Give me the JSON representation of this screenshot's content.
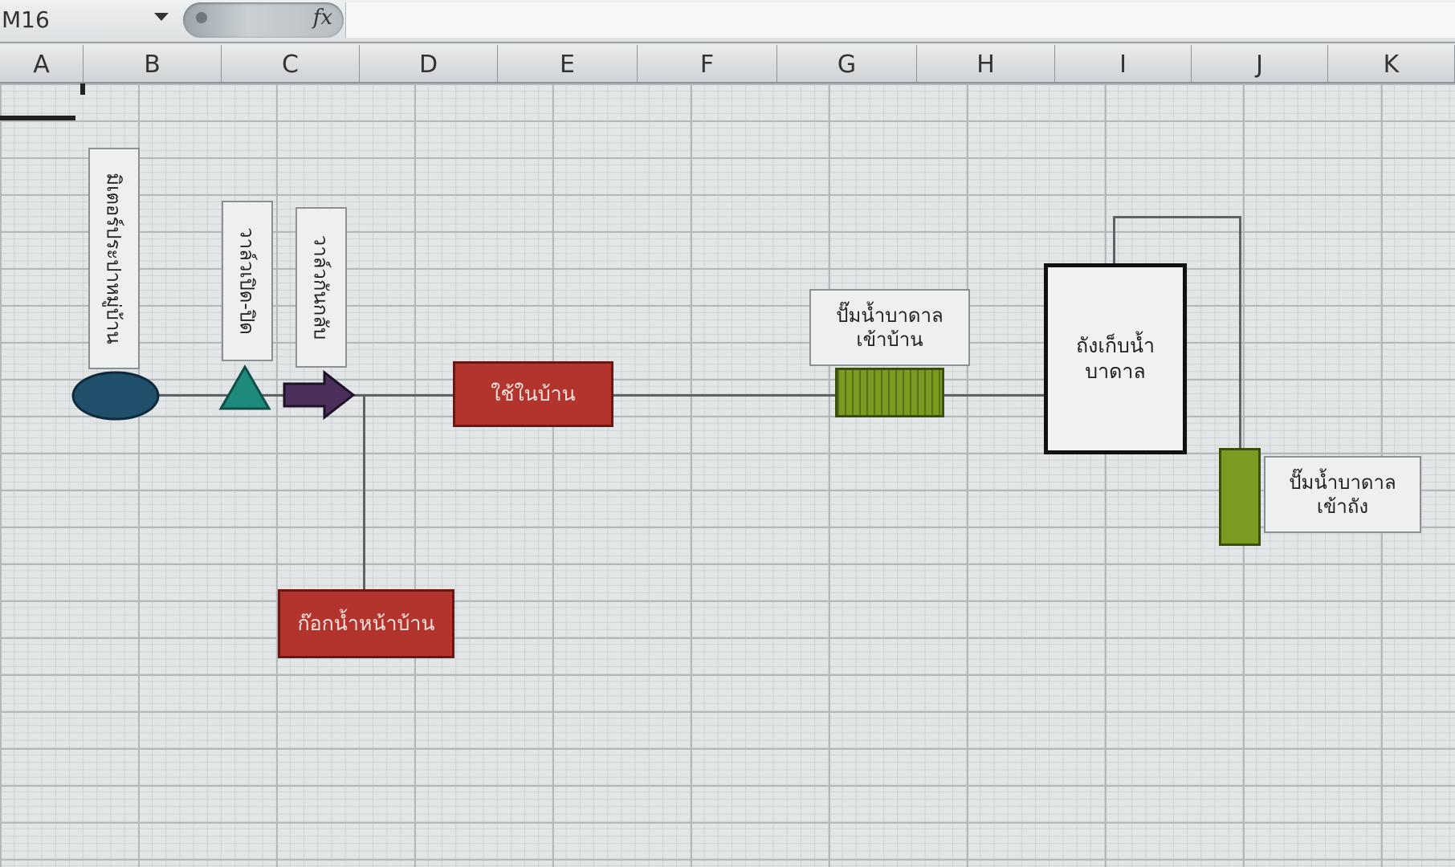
{
  "formula_bar": {
    "name_box": "M16",
    "fx_label": "fx",
    "formula": ""
  },
  "columns": [
    "A",
    "B",
    "C",
    "D",
    "E",
    "F",
    "G",
    "H",
    "I",
    "J",
    "K"
  ],
  "diagram": {
    "label_meter": "มิเตอร์ประปาหมู่บ้าน",
    "label_valve_open_close": "วาล์วเปิด-ปิด",
    "label_check_valve": "วาล์วกันกลับ",
    "box_use_in_house": "ใช้ในบ้าน",
    "box_front_faucet": "ก๊อกน้ำหน้าบ้าน",
    "label_pump_to_house": "ปั๊มน้ำบาดาล\nเข้าบ้าน",
    "tank_label": "ถังเก็บน้ำ\nบาดาล",
    "label_pump_to_tank": "ปั๊มน้ำบาดาล\nเข้าถัง"
  },
  "colors": {
    "meter": "#1f4f6b",
    "valve": "#1d8a7c",
    "check_valve": "#4a2f5a",
    "red_box": "#b3342c",
    "pump": "#7b9a22"
  }
}
